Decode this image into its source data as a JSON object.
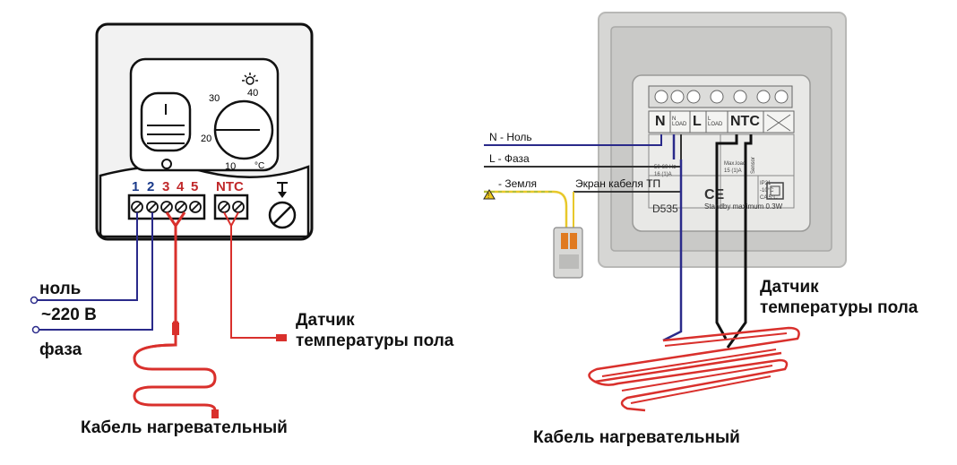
{
  "left_diagram": {
    "dial_marks": [
      "30",
      "40",
      "20",
      "10",
      "°C"
    ],
    "terminal_numbers": [
      "1",
      "2",
      "3",
      "4",
      "5"
    ],
    "ntc_label": "NTC",
    "labels": {
      "neutral": "ноль",
      "voltage": "~220 В",
      "phase": "фаза",
      "sensor_line1": "Датчик",
      "sensor_line2": "температуры пола",
      "cable": "Кабель нагревательный"
    }
  },
  "right_diagram": {
    "terminals": [
      "N",
      "L",
      "NTC"
    ],
    "terminal_sub": [
      "N LOAD",
      "L LOAD"
    ],
    "model": "D535",
    "standby": "Standby maximum 0.3W",
    "labels": {
      "neutral": "N - Ноль",
      "phase": "L - Фаза",
      "ground": "- Земля",
      "shield": "Экран кабеля ТП",
      "sensor_line1": "Датчик",
      "sensor_line2": "температуры пола",
      "cable": "Кабель нагревательный"
    }
  },
  "colors": {
    "neutral_wire": "#2a2a8a",
    "heating_cable": "#d9302c",
    "ground_wire": "#e8c82a",
    "terminal_red": "#c0282a",
    "terminal_blue": "#1a3a8a"
  }
}
